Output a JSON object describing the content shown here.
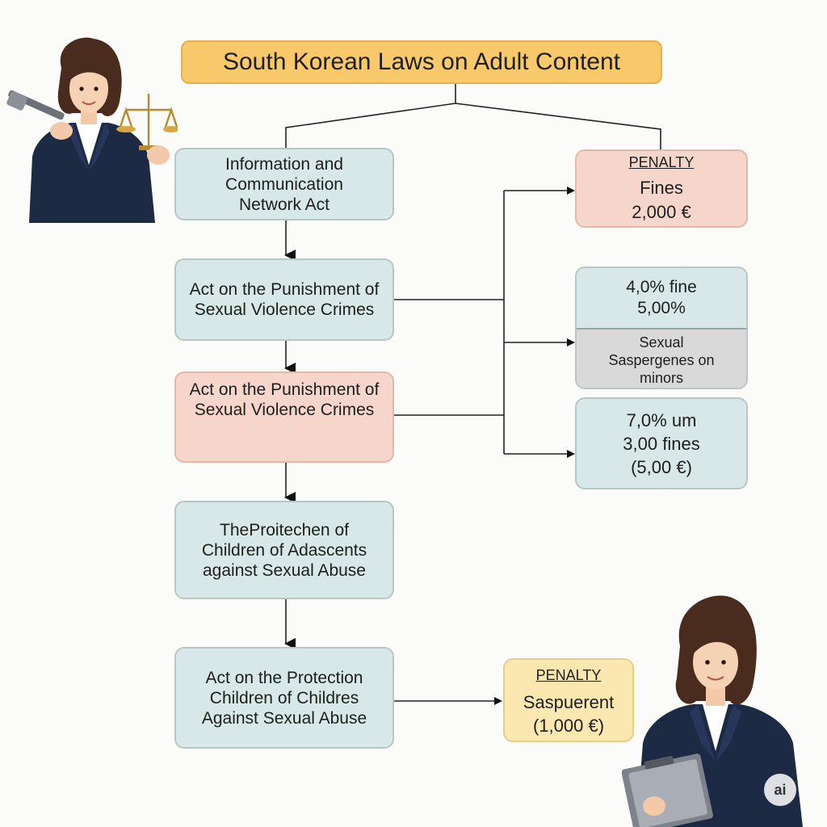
{
  "title": "South Korean Laws on Adult Content",
  "laws": [
    {
      "lines": [
        "Information and",
        "Communication",
        "Network Act"
      ]
    },
    {
      "lines": [
        "Act on the Punishment of",
        "Sexual Violence Crimes"
      ]
    },
    {
      "lines": [
        "Act on the Punishment of",
        "Sexual Violence Crimes"
      ]
    },
    {
      "lines": [
        "TheProitechen of",
        "Children of Adascents",
        "against Sexual Abuse"
      ]
    },
    {
      "lines": [
        "Act on the Protection",
        "Children of Childres",
        "Against Sexual Abuse"
      ]
    }
  ],
  "penalty_top": {
    "heading": "PENALTY",
    "lines": [
      "Fines",
      "2,000 €"
    ]
  },
  "penalty_split": {
    "top_lines": [
      "4,0% fine",
      "5,00%"
    ],
    "bottom_lines": [
      "Sexual",
      "Saspergenes on",
      "minors"
    ]
  },
  "penalty_third": {
    "lines": [
      "7,0% um",
      "3,00 fines",
      "(5,00 €)"
    ]
  },
  "penalty_bottom": {
    "heading": "PENALTY",
    "lines": [
      "Saspuerent",
      "(1,000 €)"
    ]
  },
  "badge": "ai",
  "colors": {
    "title_bg": "#f7c96b",
    "law_box": "#d8e7e7",
    "highlight_box": "#f6d6cb",
    "gray_box": "#d9d9d9",
    "yellow_box": "#fbe7b0"
  }
}
